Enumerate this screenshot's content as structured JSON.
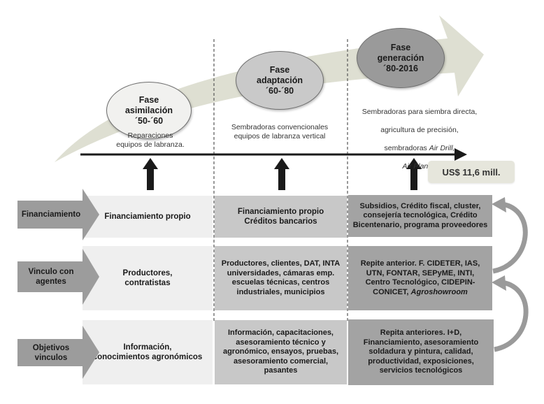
{
  "diagram": {
    "phases": [
      {
        "name_lines": "Fase\nasimilación\n´50-´60",
        "description": "Reparaciones\nequipos de labranza."
      },
      {
        "name_lines": "Fase\nadaptación\n´60-´80",
        "description": "Sembradoras convencionales\nequipos de labranza vertical"
      },
      {
        "name_lines": "Fase\ngeneración\n´80-2016",
        "description_parts": [
          "Sembradoras para siembra directa,",
          "agricultura de precisión,",
          "sembradoras ",
          "Air Drill,",
          "Air Planter"
        ]
      }
    ],
    "investment_label": "US$ 11,6 mill.",
    "rows": [
      {
        "label": "Financiamiento",
        "cells": [
          "Financiamiento propio",
          "Financiamiento propio\nCréditos bancarios",
          "Subsidios, Crédito fiscal, cluster,\nconsejería tecnológica, Crédito\nBicentenario, programa proveedores"
        ]
      },
      {
        "label": "Vinculo con\nagentes",
        "cells": [
          "Productores,\ncontratistas",
          "Productores, clientes, DAT, INTA\nuniversidades, cámaras emp.\nescuelas técnicas, centros\nindustriales, municipios",
          "Repite anterior. F. CIDETER, IAS,\nUTN, FONTAR, SEPyME, INTI,\nCentro Tecnológico, CIDEPIN-\nCONICET, "
        ],
        "cell3_italic": "Agroshowroom"
      },
      {
        "label": "Objetivos\nvinculos",
        "cells": [
          "Información,\nconocimientos agronómicos",
          "Información,  capacitaciones,\nasesoramiento técnico y\nagronómico, ensayos, pruebas,\nasesoramiento comercial,\npasantes",
          "Repita anteriores. I+D,\nFinanciamiento, asesoramiento\nsoldadura y pintura, calidad,\nproductividad, exposiciones,\nservicios tecnológicos"
        ]
      }
    ],
    "colors": {
      "big_arrow": "#dcdccf",
      "timeline": "#1a1a1a",
      "row_label_arrow": "#9c9c9c",
      "cell_phase1": "#efefef",
      "cell_phase2": "#c8c8c8",
      "cell_phase3": "#a3a3a3",
      "curved_arrow": "#9a9a9a"
    }
  }
}
